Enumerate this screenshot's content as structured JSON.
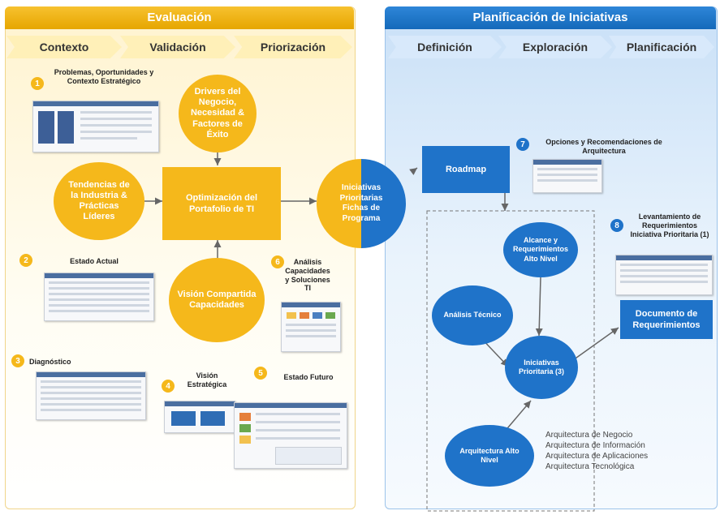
{
  "evaluacion": {
    "title": "Evaluación",
    "phases": [
      "Contexto",
      "Validación",
      "Priorización"
    ]
  },
  "planificacion": {
    "title": "Planificación de Iniciativas",
    "phases": [
      "Definición",
      "Exploración",
      "Planificación"
    ]
  },
  "steps": {
    "s1": {
      "num": "1",
      "label": "Problemas, Oportunidades y Contexto Estratégico"
    },
    "s2": {
      "num": "2",
      "label": "Estado Actual"
    },
    "s3": {
      "num": "3",
      "label": "Diagnóstico"
    },
    "s4": {
      "num": "4",
      "label": "Visión Estratégica"
    },
    "s5": {
      "num": "5",
      "label": "Estado Futuro"
    },
    "s6": {
      "num": "6",
      "label": "Análisis Capacidades y Soluciones TI"
    },
    "s7": {
      "num": "7",
      "label": "Opciones y Recomendaciones de Arquitectura"
    },
    "s8": {
      "num": "8",
      "label": "Levantamiento de Requerimientos Iniciativa Prioritaria (1)"
    }
  },
  "nodes": {
    "drivers": "Drivers del Negocio, Necesidad & Factores de Éxito",
    "tendencias": "Tendencias de la Industria & Prácticas Líderes",
    "optimizacion": "Optimización del Portafolio de TI",
    "vision": "Visión Compartida Capacidades",
    "iniciativas_fichas": "Iniciativas Prioritarias Fichas de Programa",
    "roadmap": "Roadmap",
    "alcance": "Alcance y Requerimientos Alto Nivel",
    "analisis_tecnico": "Análisis Técnico",
    "iniciativas_prioritaria": "Iniciativas Prioritaria (3)",
    "arquitectura": "Arquitectura Alto Nivel",
    "documento": "Documento de Requerimientos"
  },
  "arquitecturas": [
    "Arquitectura de Negocio",
    "Arquitectura de Información",
    "Arquitectura de Aplicaciones",
    "Arquitectura Tecnológica"
  ],
  "colors": {
    "evaluacion_accent": "#f5b81b",
    "planificacion_accent": "#1f73c9"
  }
}
